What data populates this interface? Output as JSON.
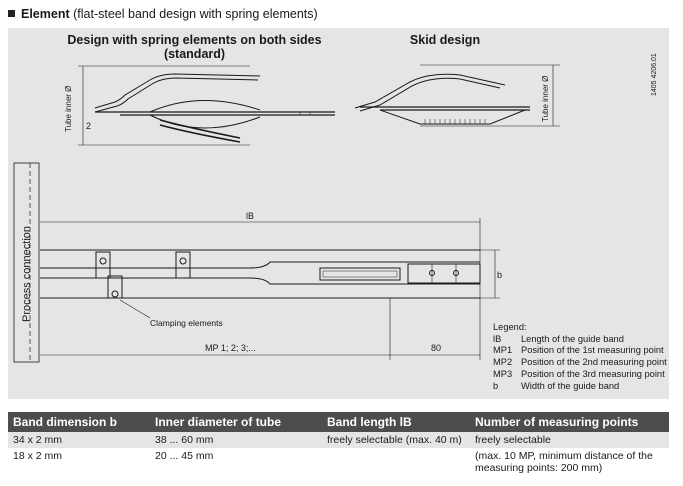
{
  "heading": {
    "bold": "Element",
    "rest": "(flat-steel band design with spring elements)"
  },
  "drawing": {
    "title_left_line1": "Design with spring elements on both sides",
    "title_left_line2": "(standard)",
    "title_right": "Skid design",
    "tube_inner_left": "Tube inner Ø",
    "tube_inner_right": "Tube inner Ø",
    "dim_2": "2",
    "doc_number": "1405 4206.01",
    "process_connection": "Process connection",
    "length_label": "lB",
    "b_label": "b",
    "clamping_label": "Clamping elements",
    "mp_label": "MP 1; 2; 3;...",
    "dim_80": "80"
  },
  "legend": {
    "title": "Legend:",
    "items": [
      {
        "key": "lB",
        "text": "Length of the guide band"
      },
      {
        "key": "MP1",
        "text": "Position of the 1st measuring point"
      },
      {
        "key": "MP2",
        "text": "Position of the 2nd measuring point"
      },
      {
        "key": "MP3",
        "text": "Position of the 3rd measuring point"
      },
      {
        "key": "b",
        "text": "Width of the guide band"
      }
    ]
  },
  "table": {
    "headers": [
      "Band dimension b",
      "Inner diameter of tube",
      "Band length lB",
      "Number of measuring points"
    ],
    "rows": [
      [
        "34 x 2 mm",
        "38 ... 60 mm",
        "freely selectable (max. 40 m)",
        "freely selectable"
      ],
      [
        "18 x 2 mm",
        "20 ... 45 mm",
        "",
        "(max. 10 MP, minimum distance of the measuring points: 200 mm)"
      ]
    ]
  }
}
